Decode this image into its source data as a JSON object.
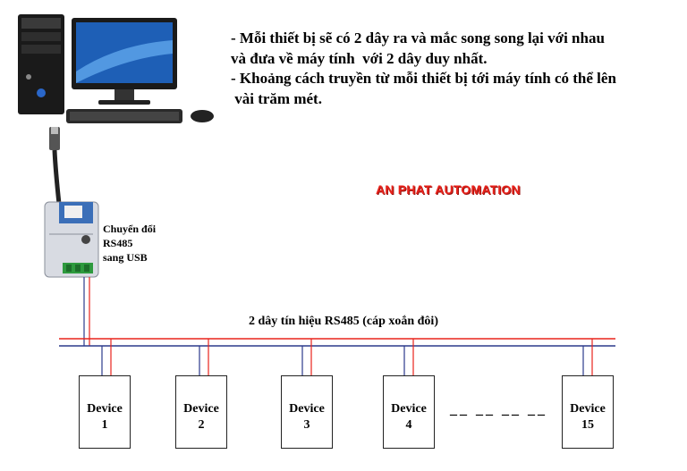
{
  "notes": [
    "- Mỗi thiết bị sẽ có 2 dây ra và mắc song song lại với nhau",
    "và đưa về máy tính  với 2 dây duy nhất.",
    "- Khoảng cách truyền từ mỗi thiết bị tới máy tính có thể lên",
    " vài trăm mét."
  ],
  "brand": "AN PHAT AUTOMATION",
  "converter_label": [
    "Chuyển đổi",
    "RS485",
    "sang USB"
  ],
  "bus_label": "2 dây tín hiệu RS485 (cáp xoắn đôi)",
  "devices": [
    {
      "name": "Device",
      "number": "1"
    },
    {
      "name": "Device",
      "number": "2"
    },
    {
      "name": "Device",
      "number": "3"
    },
    {
      "name": "Device",
      "number": "4"
    },
    {
      "name": "Device",
      "number": "15"
    }
  ],
  "ellipsis": "__ __ __ __",
  "colors": {
    "wire_red": "#e8231c",
    "wire_blue": "#2b3a8c",
    "brand": "#e8231c"
  }
}
